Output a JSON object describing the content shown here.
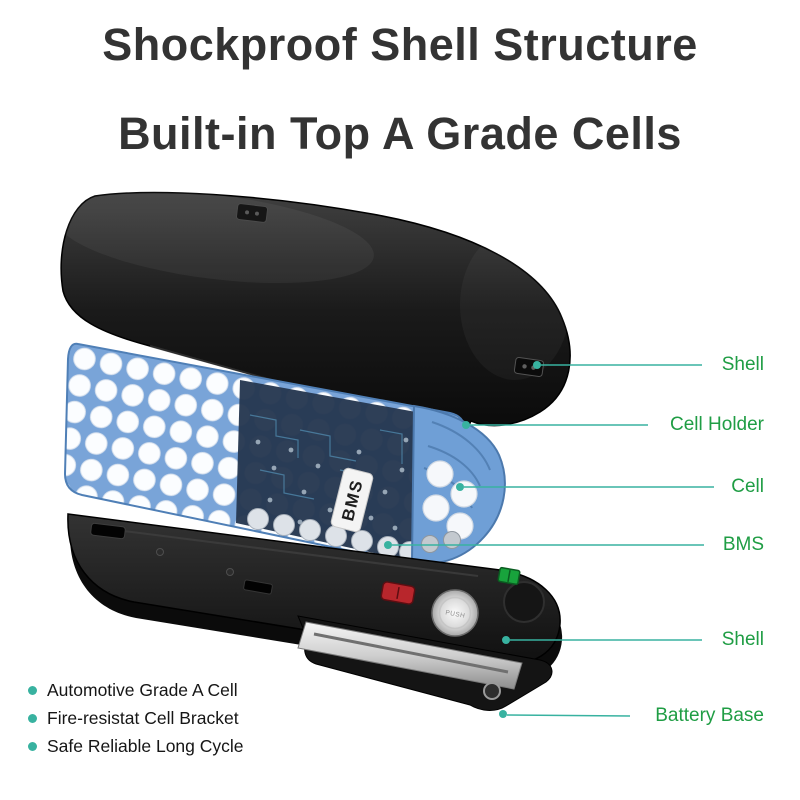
{
  "title": {
    "line1": "Shockproof Shell Structure",
    "line2": "Built-in Top A Grade Cells"
  },
  "callouts": [
    {
      "text": "Shell"
    },
    {
      "text": "Cell Holder"
    },
    {
      "text": "Cell"
    },
    {
      "text": "BMS"
    },
    {
      "text": "Shell"
    },
    {
      "text": "Battery Base"
    }
  ],
  "diagram": {
    "bms_label": "BMS",
    "push_label": "PUSH"
  },
  "bullets": [
    "Automotive Grade A Cell",
    "Fire-resistat Cell Bracket",
    "Safe Reliable Long Cycle"
  ],
  "colors": {
    "label_green": "#1f9d44",
    "line_teal": "#38b2a0",
    "title_color": "#333333"
  }
}
